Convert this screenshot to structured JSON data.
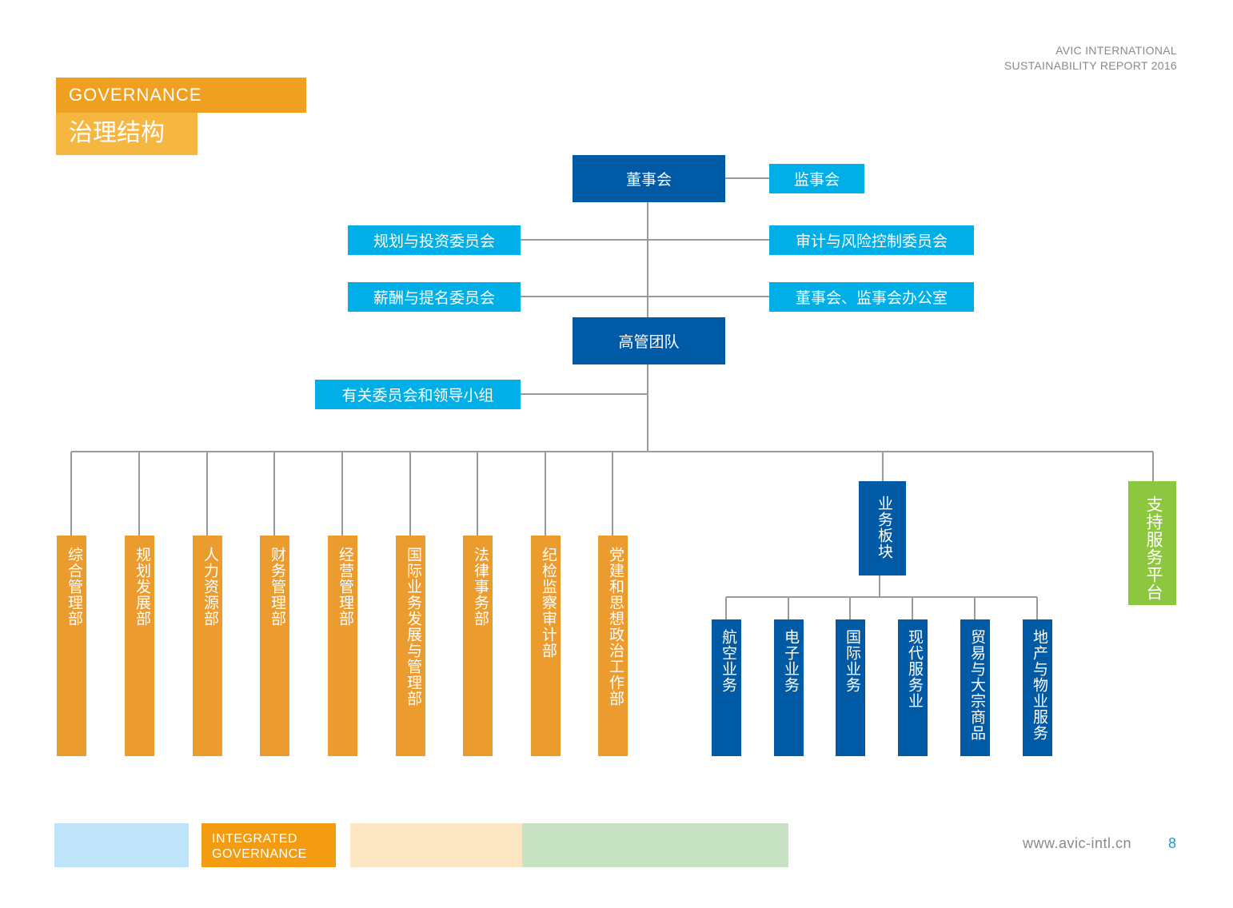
{
  "header": {
    "line1": "AVIC INTERNATIONAL",
    "line2": "SUSTAINABILITY REPORT 2016"
  },
  "section": {
    "title_en": "GOVERNANCE STUCTURE",
    "title_cn": "治理结构"
  },
  "org": {
    "board": "董事会",
    "supervisory": "监事会",
    "planning_committee": "规划与投资委员会",
    "audit_committee": "审计与风险控制委员会",
    "remuneration_committee": "薪酬与提名委员会",
    "board_office": "董事会、监事会办公室",
    "senior_management": "高管团队",
    "related_committees": "有关委员会和领导小组",
    "departments": [
      "综合管理部",
      "规划发展部",
      "人力资源部",
      "财务管理部",
      "经营管理部",
      "国际业务发展与管理部",
      "法律事务部",
      "纪检监察审计部",
      "党建和思想政治工作部"
    ],
    "business_segment": "业务板块",
    "businesses": [
      "航空业务",
      "电子业务",
      "国际业务",
      "现代服务业",
      "贸易与大宗商品",
      "地产与物业服务"
    ],
    "support_platform": "支持服务平台"
  },
  "footer": {
    "tab_line1": "INTEGRATED",
    "tab_line2": "GOVERNANCE",
    "url": "www.avic-intl.cn",
    "page": "8"
  },
  "colors": {
    "orange": "#ec9b2e",
    "dark_blue": "#005aa6",
    "light_blue": "#00aee8",
    "green": "#8dc63f",
    "line": "#999999"
  }
}
